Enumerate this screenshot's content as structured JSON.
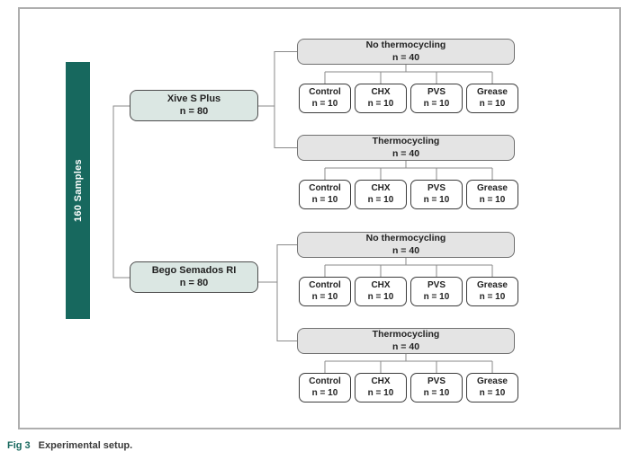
{
  "caption": {
    "label": "Fig 3",
    "text": "Experimental setup."
  },
  "colors": {
    "accent_teal": "#17685E",
    "implant_box_fill": "#dbe7e3",
    "group_box_fill": "#e4e4e4",
    "leaf_box_fill": "#ffffff",
    "line_gray": "#8a8a8a",
    "frame_border": "#aeaeae",
    "text_dark": "#222222"
  },
  "diagram": {
    "root": {
      "label": "160 Samples"
    },
    "implants": [
      {
        "label": "Xive S Plus",
        "n": "n = 80"
      },
      {
        "label": "Bego Semados RI",
        "n": "n = 80"
      }
    ],
    "groups": [
      {
        "label": "No thermocycling",
        "n": "n = 40",
        "children": [
          {
            "label": "Control",
            "n": "n = 10"
          },
          {
            "label": "CHX",
            "n": "n = 10"
          },
          {
            "label": "PVS",
            "n": "n = 10"
          },
          {
            "label": "Grease",
            "n": "n = 10"
          }
        ]
      },
      {
        "label": "Thermocycling",
        "n": "n = 40",
        "children": [
          {
            "label": "Control",
            "n": "n = 10"
          },
          {
            "label": "CHX",
            "n": "n = 10"
          },
          {
            "label": "PVS",
            "n": "n = 10"
          },
          {
            "label": "Grease",
            "n": "n = 10"
          }
        ]
      },
      {
        "label": "No thermocycling",
        "n": "n = 40",
        "children": [
          {
            "label": "Control",
            "n": "n = 10"
          },
          {
            "label": "CHX",
            "n": "n = 10"
          },
          {
            "label": "PVS",
            "n": "n = 10"
          },
          {
            "label": "Grease",
            "n": "n = 10"
          }
        ]
      },
      {
        "label": "Thermocycling",
        "n": "n = 40",
        "children": [
          {
            "label": "Control",
            "n": "n = 10"
          },
          {
            "label": "CHX",
            "n": "n = 10"
          },
          {
            "label": "PVS",
            "n": "n = 10"
          },
          {
            "label": "Grease",
            "n": "n = 10"
          }
        ]
      }
    ]
  }
}
